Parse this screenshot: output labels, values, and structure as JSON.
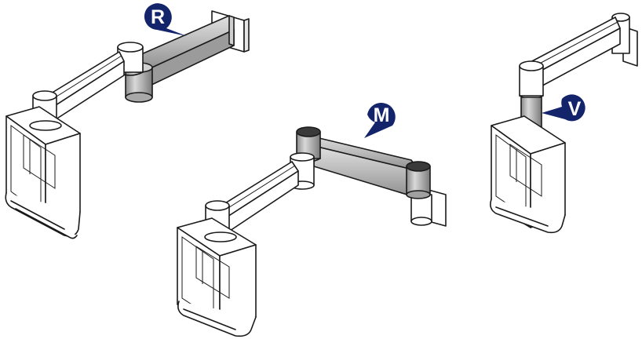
{
  "callouts": [
    {
      "id": "R",
      "label": "R"
    },
    {
      "id": "M",
      "label": "M"
    },
    {
      "id": "V",
      "label": "V"
    }
  ],
  "colors": {
    "callout_fill": "#13246b",
    "highlight_gray": "#b3b3b3",
    "line": "#1a1a1a"
  }
}
